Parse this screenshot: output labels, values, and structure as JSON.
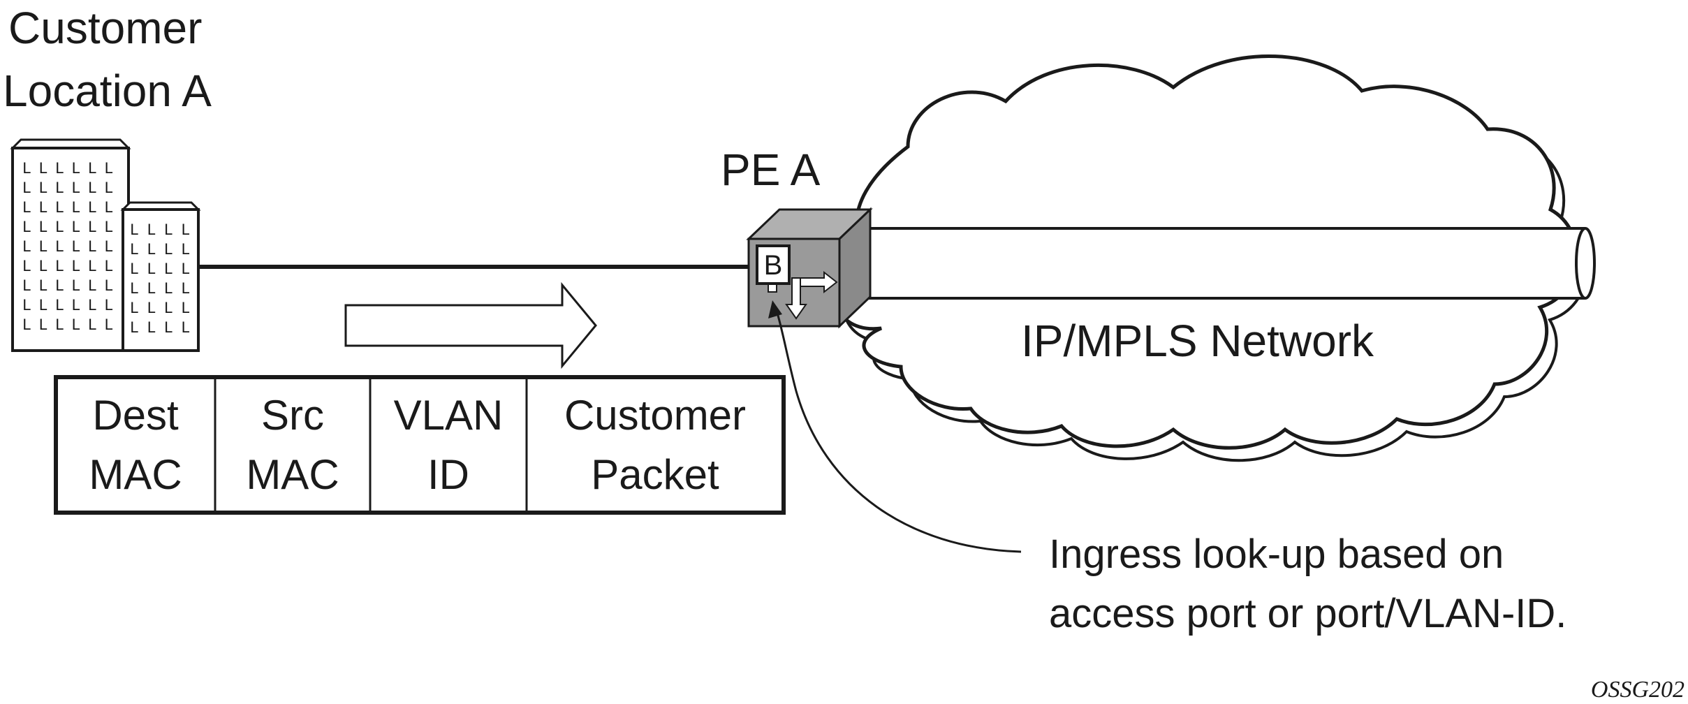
{
  "customer_location": {
    "line1": "Customer",
    "line2": "Location A"
  },
  "pe_label": "PE A",
  "service_label": "B",
  "network_label": "IP/MPLS Network",
  "frame": {
    "cells": [
      {
        "line1": "Dest",
        "line2": "MAC"
      },
      {
        "line1": "Src",
        "line2": "MAC"
      },
      {
        "line1": "VLAN",
        "line2": "ID"
      },
      {
        "line1": "Customer",
        "line2": "Packet"
      }
    ]
  },
  "annotation": {
    "line1": "Ingress look-up based on",
    "line2": "access port or port/VLAN-ID."
  },
  "figure_id": "OSSG202",
  "colors": {
    "line": "#1a1a1a",
    "device_fill": "#9a9a9a",
    "background": "#ffffff"
  }
}
